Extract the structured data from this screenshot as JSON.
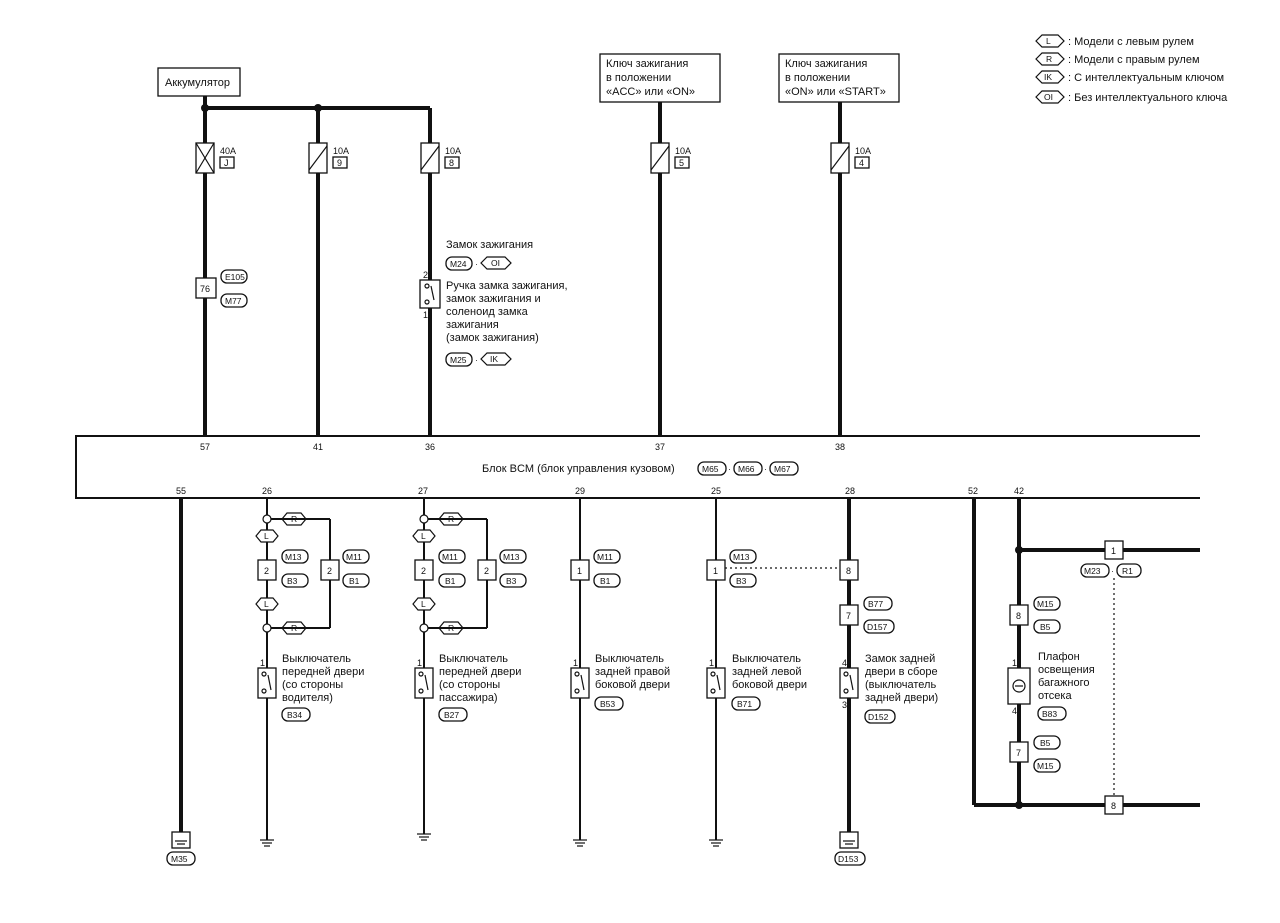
{
  "legend": [
    {
      "code": "L",
      "text": ": Модели с левым рулем"
    },
    {
      "code": "R",
      "text": ": Модели с правым рулем"
    },
    {
      "code": "IK",
      "text": ": С интеллектуальным ключом"
    },
    {
      "code": "OI",
      "text": ": Без интеллектуального ключа"
    }
  ],
  "sources": {
    "battery": "Аккумулятор",
    "acc": [
      "Ключ зажигания",
      "в положении",
      "«ACC» или «ON»"
    ],
    "start": [
      "Ключ зажигания",
      "в положении",
      "«ON» или «START»"
    ]
  },
  "fuses": [
    {
      "amp": "40A",
      "id": "J"
    },
    {
      "amp": "10A",
      "id": "9"
    },
    {
      "amp": "10A",
      "id": "8"
    },
    {
      "amp": "10A",
      "id": "5"
    },
    {
      "amp": "10A",
      "id": "4"
    }
  ],
  "inline_connector": {
    "pin": "76",
    "top": "E105",
    "bottom": "M77"
  },
  "ignition": {
    "title": "Замок зажигания",
    "conn1": "M24",
    "variant1": "OI",
    "desc": [
      "Ручка замка зажигания,",
      "замок зажигания и",
      "соленоид замка",
      "зажигания",
      "(замок зажигания)"
    ],
    "conn2": "M25",
    "variant2": "IK",
    "pin_top": "2",
    "pin_bottom": "1"
  },
  "bcm": {
    "label": "Блок BCM (блок управления кузовом)",
    "connectors": [
      "M65",
      "M66",
      "M67"
    ],
    "top_pins": [
      "57",
      "41",
      "36",
      "37",
      "38"
    ],
    "bottom_pins": [
      "55",
      "26",
      "27",
      "29",
      "25",
      "28",
      "52",
      "42"
    ]
  },
  "components": [
    {
      "lines": [
        "Выключатель",
        "передней двери",
        "(со стороны",
        "водителя)"
      ],
      "conn": "B34"
    },
    {
      "lines": [
        "Выключатель",
        "передней двери",
        "(со стороны",
        "пассажира)"
      ],
      "conn": "B27"
    },
    {
      "lines": [
        "Выключатель",
        "задней правой",
        "боковой двери"
      ],
      "conn": "B53"
    },
    {
      "lines": [
        "Выключатель",
        "задней левой",
        "боковой двери"
      ],
      "conn": "B71"
    },
    {
      "lines": [
        "Замок задней",
        "двери в сборе",
        "(выключатель",
        "задней двери)"
      ],
      "conn": "D152"
    },
    {
      "lines": [
        "Плафон",
        "освещения",
        "багажного",
        "отсека"
      ],
      "conn": "B83"
    }
  ],
  "grounds": [
    "M35",
    "D153"
  ],
  "conn_labels": {
    "M13": "M13",
    "M11": "M11",
    "B3": "B3",
    "B1": "B1",
    "B77": "B77",
    "D157": "D157",
    "M15": "M15",
    "B5": "B5",
    "M23": "M23",
    "R1": "R1"
  },
  "pins": {
    "p1": "1",
    "p2": "2",
    "p3": "3",
    "p4": "4",
    "p7": "7",
    "p8": "8"
  }
}
